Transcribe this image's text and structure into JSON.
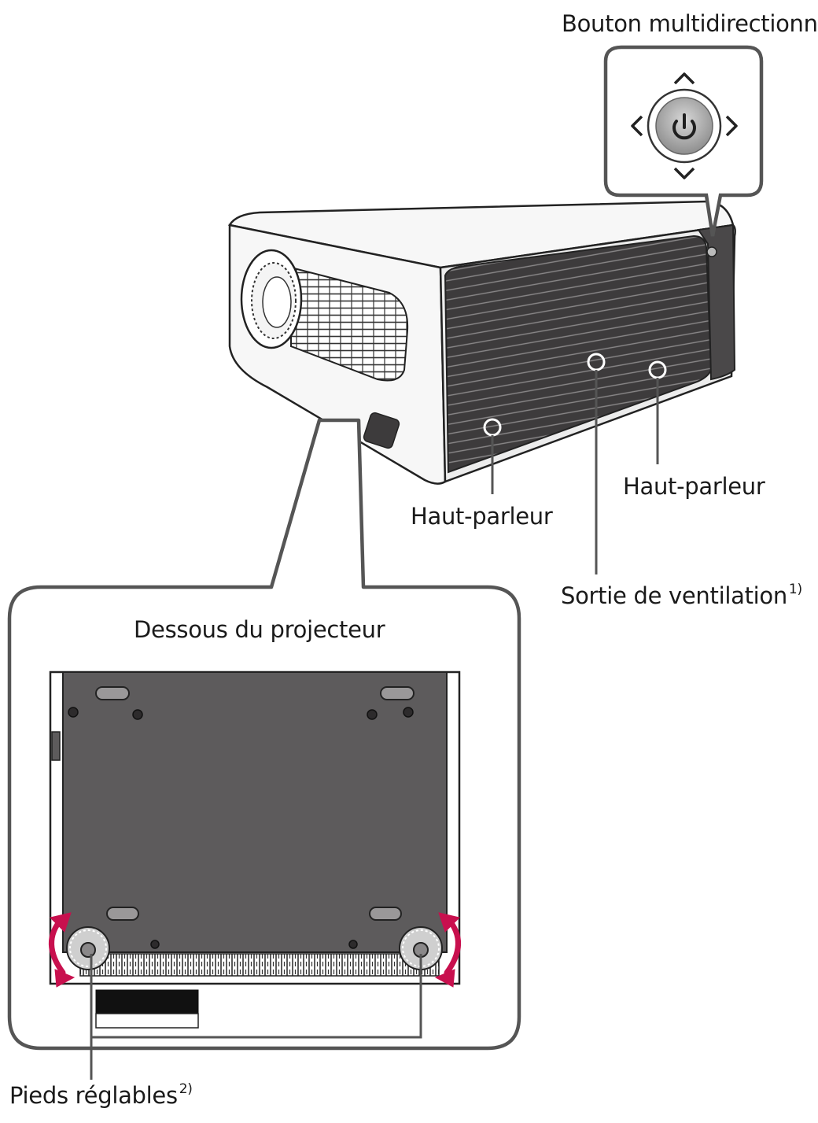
{
  "labels": {
    "multidirectional_button": "Bouton multidirectionn",
    "speaker_left": "Haut-parleur",
    "speaker_right": "Haut-parleur",
    "ventilation_outlet": "Sortie de ventilation",
    "ventilation_note": "1)",
    "underside_title": "Dessous du projecteur",
    "adjustable_feet": "Pieds réglables",
    "adjustable_feet_note": "2)"
  },
  "colors": {
    "line": "#555555",
    "panel_dark": "#5d5b5c",
    "projector_white": "#f7f7f7",
    "speaker_grille": "#3d3b3c",
    "arrow_accent": "#c8104e",
    "button_gray": "#9c9c9c"
  },
  "icons": {
    "power": "power-icon",
    "up": "chevron-up-icon",
    "down": "chevron-down-icon",
    "left": "chevron-left-icon",
    "right": "chevron-right-icon",
    "rotate": "rotate-arrow-icon"
  }
}
